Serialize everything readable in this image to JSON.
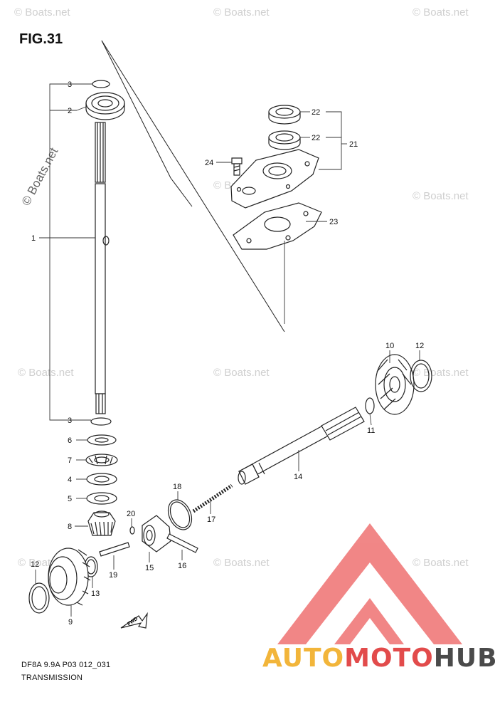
{
  "figure": {
    "title": "FIG.31"
  },
  "footer": {
    "model": "DF8A 9.9A P03 012_031",
    "name": "TRANSMISSION"
  },
  "watermark": {
    "text": "© Boats.net"
  },
  "brand": {
    "part1": "AUTO",
    "part2": "MOTO",
    "part3": "HUB",
    "colors": [
      "#f2b53a",
      "#e24b4b",
      "#4a4a4a"
    ]
  },
  "direction_marker": {
    "text": "FWD"
  },
  "callouts": {
    "c1": "1",
    "c2": "2",
    "c3_top": "3",
    "c3_bottom": "3",
    "c4": "4",
    "c5": "5",
    "c6": "6",
    "c7": "7",
    "c8": "8",
    "c9": "9",
    "c10": "10",
    "c11": "11",
    "c12_right": "12",
    "c12_left": "12",
    "c13": "13",
    "c14": "14",
    "c15": "15",
    "c16": "16",
    "c17": "17",
    "c18": "18",
    "c19": "19",
    "c20": "20",
    "c21": "21",
    "c22_top": "22",
    "c22_bottom": "22",
    "c23": "23",
    "c24": "24"
  }
}
